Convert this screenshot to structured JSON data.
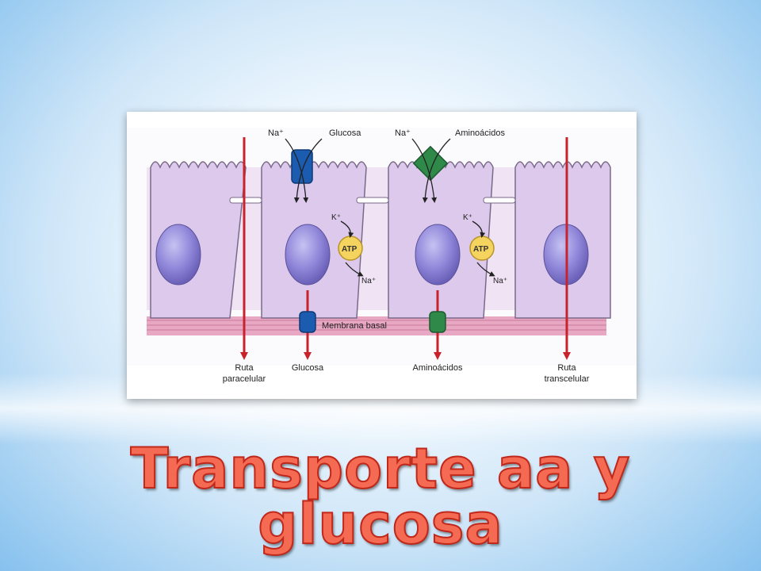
{
  "title": "Transporte aa y glucosa",
  "diagram": {
    "labels": {
      "na_glucose": "Na⁺",
      "glucose_top": "Glucosa",
      "na_amino": "Na⁺",
      "amino_top": "Aminoácidos",
      "k1": "K⁺",
      "atp1": "ATP",
      "na_out1": "Na⁺",
      "k2": "K⁺",
      "atp2": "ATP",
      "na_out2": "Na⁺",
      "basal_membrane": "Membrana basal",
      "paracellular_line1": "Ruta",
      "paracellular_line2": "paracelular",
      "glucose_bottom": "Glucosa",
      "amino_bottom": "Aminoácidos",
      "transcellular_line1": "Ruta",
      "transcellular_line2": "transcelular"
    },
    "colors": {
      "cell": "#dcc9ec",
      "cell_border": "#7a6a8a",
      "nucleus": "#8f86d9",
      "basal_band": "#e8a7c2",
      "arrow": "#c8232c",
      "glucose_transporter": "#1b5cb0",
      "amino_transporter": "#2f8a4a",
      "atp": "#f4d35e"
    }
  }
}
